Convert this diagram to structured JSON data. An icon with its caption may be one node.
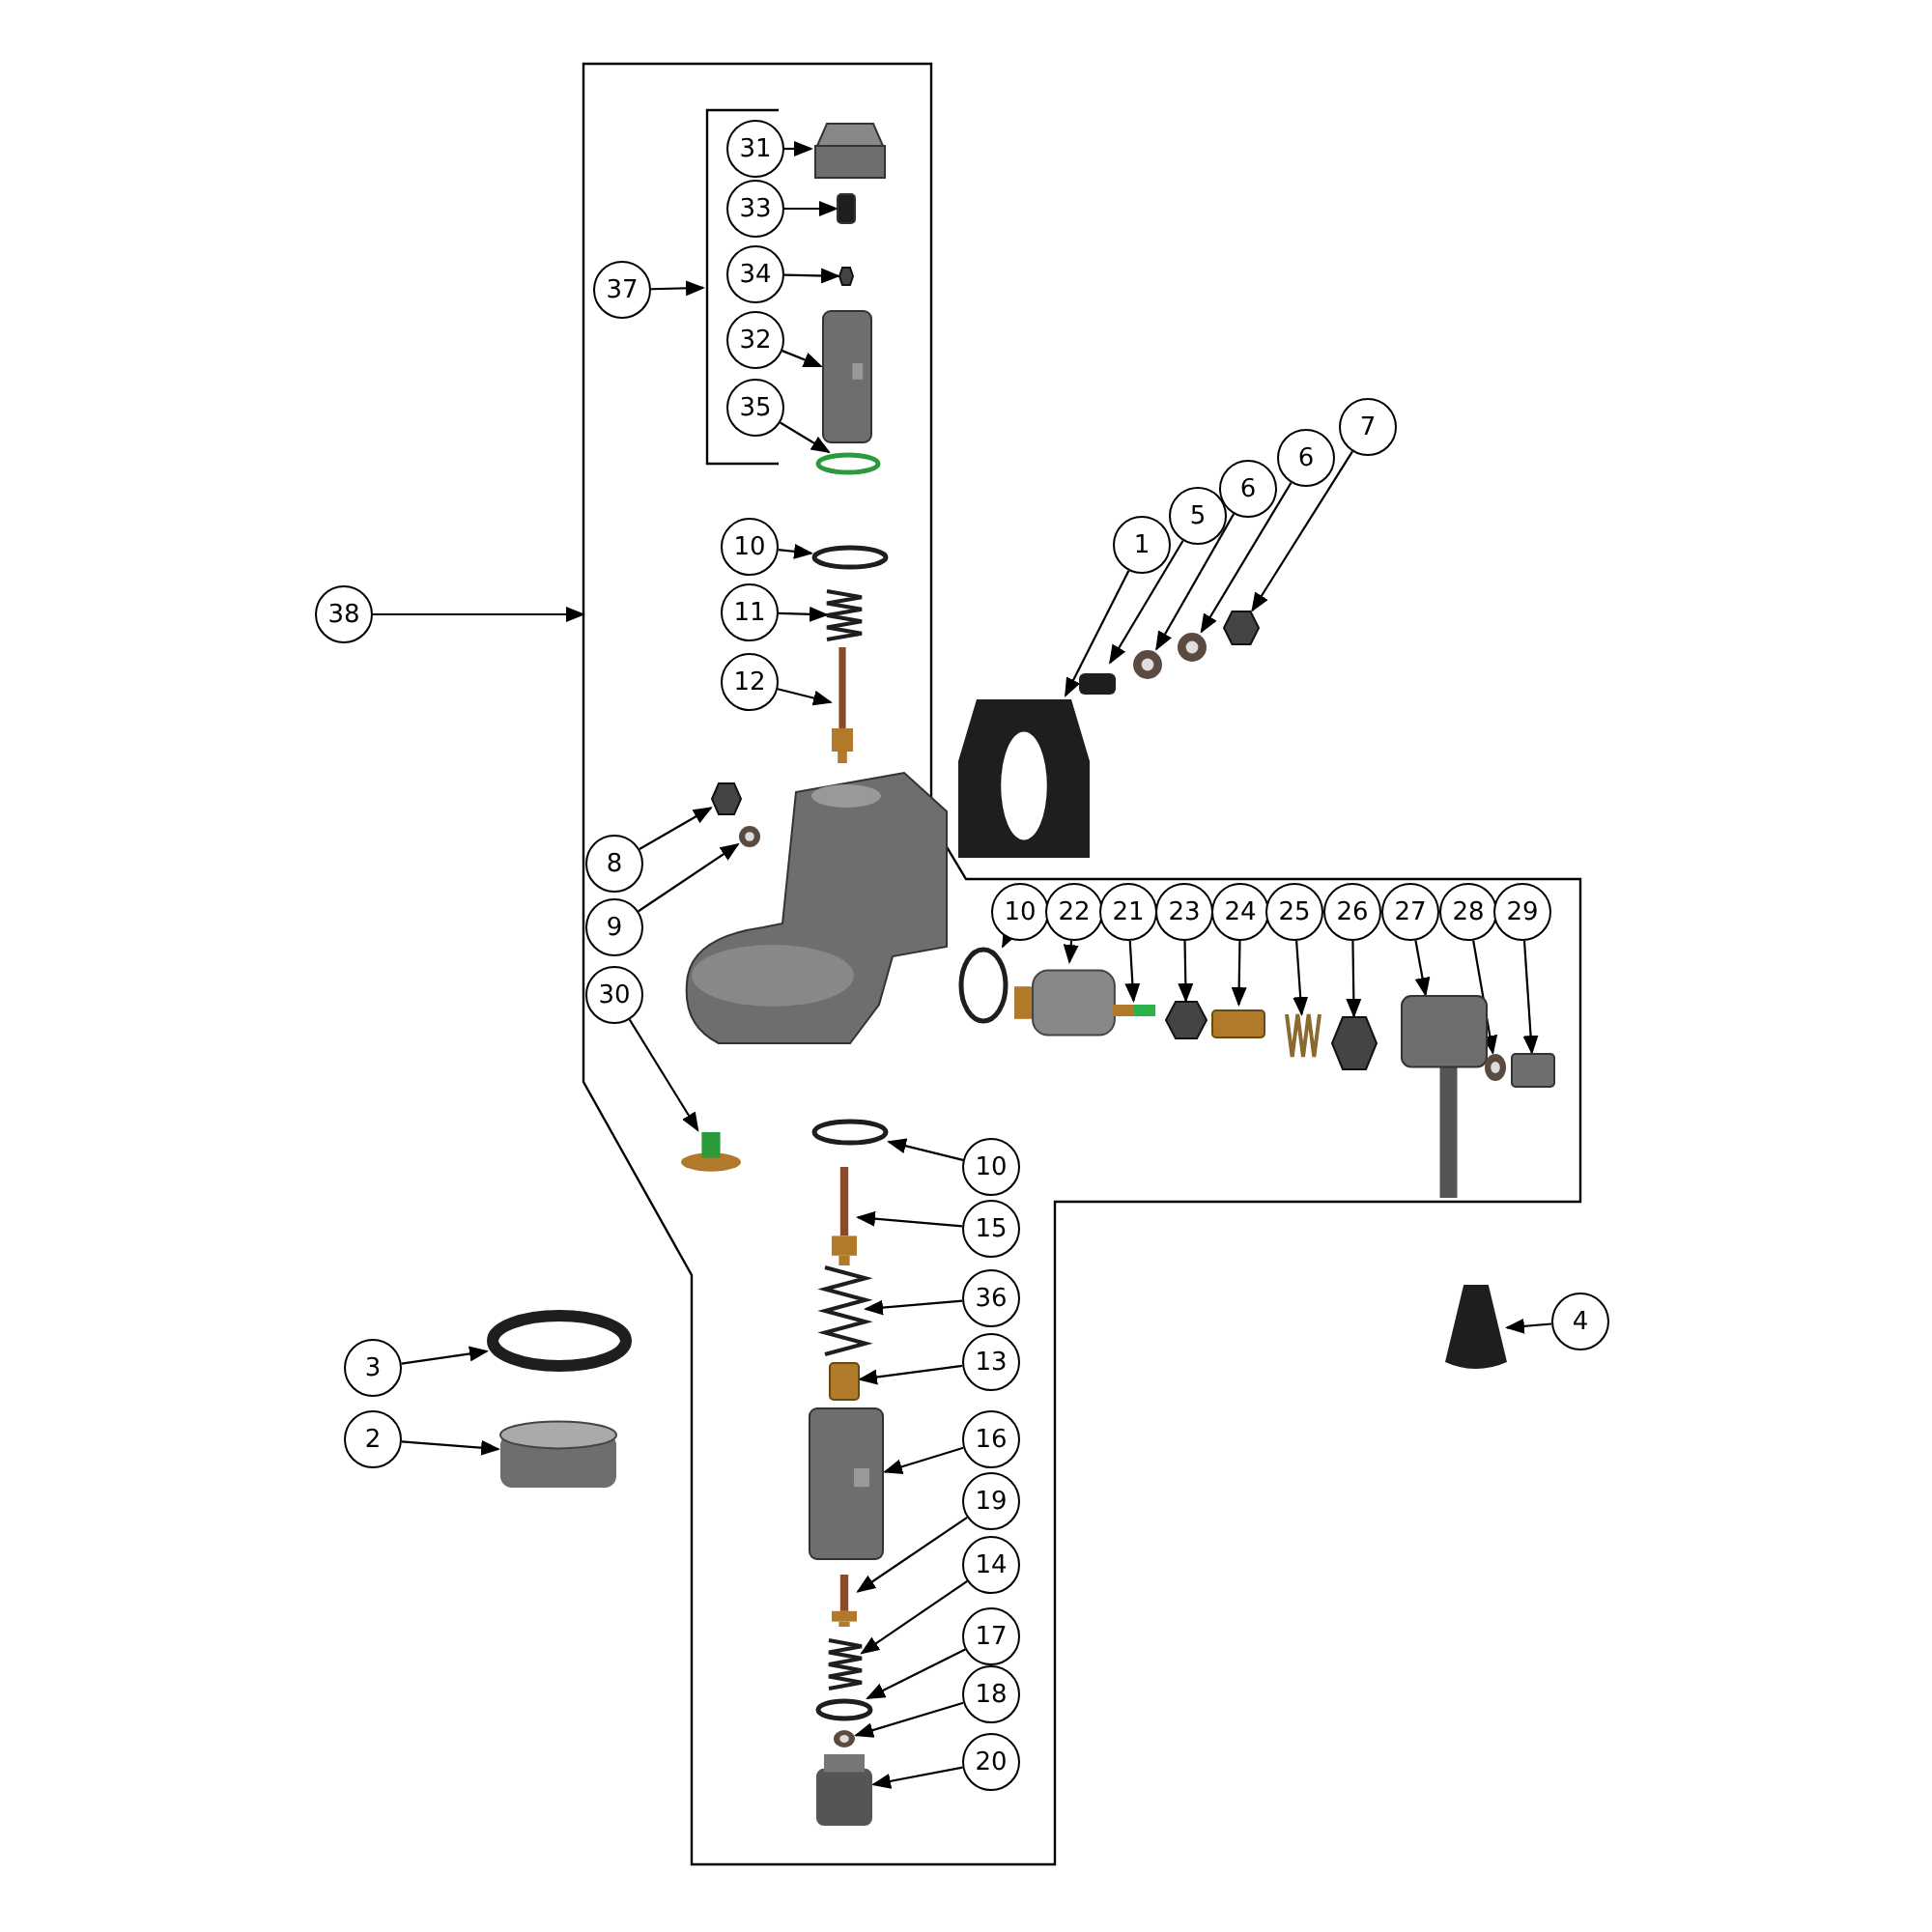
{
  "diagram": {
    "nodes": [
      {
        "text": [],
        "shape": "box"
      },
      {
        "text": [
          "31"
        ],
        "in": 0
      },
      {
        "text": [],
        "shape": "box",
        "in": 0
      },
      {
        "text": [
          "33"
        ],
        "in": 0
      },
      {
        "text": [],
        "shape": "box",
        "in": 0
      },
      {
        "text": [
          "34"
        ],
        "in": 0
      },
      {
        "text": [],
        "shape": "box",
        "in": 0
      },
      {
        "text": [
          "37"
        ],
        "in": 0
      },
      {
        "text": [
          "32"
        ],
        "in": 0
      },
      {
        "text": [],
        "shape": "picture",
        "in": 0
      },
      {
        "text": [
          "35"
        ],
        "in": 0
      },
      {
        "text": [],
        "shape": "circle",
        "in": 0
      },
      {
        "text": [
          "1"
        ]
      },
      {
        "text": [],
        "shape": "picture"
      },
      {
        "text": [
          "5"
        ]
      },
      {
        "text": [],
        "shape": "box"
      },
      {
        "text": [
          "6"
        ]
      },
      {
        "text": [],
        "shape": "picture"
      },
      {
        "text": [
          "6"
        ]
      },
      {
        "text": [],
        "shape": "picture"
      },
      {
        "text": [
          "7"
        ]
      },
      {
        "text": [],
        "shape": "box"
      },
      {
        "text": [
          "10"
        ],
        "in": 0
      },
      {
        "text": [],
        "shape": "circle",
        "in": 0
      },
      {
        "text": [
          "11"
        ],
        "in": 0
      },
      {
        "text": [],
        "shape": "picture",
        "in": 0
      },
      {
        "text": [
          "38"
        ]
      },
      {
        "text": [
          "12"
        ],
        "in": 0
      },
      {
        "text": [],
        "shape": "picture",
        "in": 0
      },
      {
        "text": [
          "8"
        ],
        "in": 0
      },
      {
        "text": [],
        "shape": "box",
        "in": 0
      },
      {
        "text": [
          "9"
        ],
        "in": 0
      },
      {
        "text": [],
        "shape": "picture",
        "in": 0
      },
      {
        "text": [
          "10"
        ],
        "in": 0
      },
      {
        "text": [],
        "shape": "circle",
        "in": 0
      },
      {
        "text": [
          "22"
        ],
        "in": 0
      },
      {
        "text": [],
        "shape": "box",
        "in": 0
      },
      {
        "text": [
          "21"
        ],
        "in": 0
      },
      {
        "text": [],
        "shape": "picture",
        "in": 0
      },
      {
        "text": [
          "23"
        ],
        "in": 0
      },
      {
        "text": [],
        "shape": "picture",
        "in": 0
      },
      {
        "text": [
          "24"
        ],
        "in": 0
      },
      {
        "text": [],
        "shape": "box",
        "in": 0
      },
      {
        "text": [
          "25"
        ],
        "in": 0
      },
      {
        "text": [],
        "shape": "picture",
        "in": 0
      },
      {
        "text": [
          "26"
        ],
        "in": 0
      },
      {
        "text": [],
        "shape": "picture",
        "in": 0
      },
      {
        "text": [
          "27"
        ],
        "in": 0
      },
      {
        "text": [],
        "shape": "picture",
        "in": 0
      },
      {
        "text": [
          "28"
        ],
        "in": 0
      },
      {
        "text": [],
        "shape": "picture",
        "in": 0
      },
      {
        "text": [
          "29"
        ],
        "in": 0
      },
      {
        "text": [],
        "shape": "box",
        "in": 0
      },
      {
        "text": [
          "30"
        ],
        "in": 0
      },
      {
        "text": [],
        "shape": "picture",
        "in": 0
      },
      {
        "text": [
          "10"
        ],
        "in": 0
      },
      {
        "text": [],
        "shape": "circle",
        "in": 0
      },
      {
        "text": [
          "15"
        ],
        "in": 0
      },
      {
        "text": [],
        "shape": "picture",
        "in": 0
      },
      {
        "text": [
          "36"
        ],
        "in": 0
      },
      {
        "text": [],
        "shape": "picture",
        "in": 0
      },
      {
        "text": [
          "13"
        ],
        "in": 0
      },
      {
        "text": [],
        "shape": "box",
        "in": 0
      },
      {
        "text": [
          "4"
        ]
      },
      {
        "text": [],
        "shape": "picture"
      },
      {
        "text": [
          "3"
        ]
      },
      {
        "text": [],
        "shape": "circle"
      },
      {
        "text": [
          "2"
        ]
      },
      {
        "text": [],
        "shape": "cylinder"
      },
      {
        "text": [
          "16"
        ],
        "in": 0
      },
      {
        "text": [],
        "shape": "picture",
        "in": 0
      },
      {
        "text": [
          "19"
        ],
        "in": 0
      },
      {
        "text": [],
        "shape": "picture",
        "in": 0
      },
      {
        "text": [
          "14"
        ],
        "in": 0
      },
      {
        "text": [],
        "shape": "picture",
        "in": 0
      },
      {
        "text": [
          "17"
        ],
        "in": 0
      },
      {
        "text": [],
        "shape": "circle",
        "in": 0
      },
      {
        "text": [
          "18"
        ],
        "in": 0
      },
      {
        "text": [],
        "shape": "picture",
        "in": 0
      },
      {
        "text": [
          "20"
        ],
        "in": 0
      },
      {
        "text": [],
        "shape": "box",
        "in": 0
      },
      {
        "text": [],
        "shape": "bracket",
        "in": 0
      }
    ],
    "edges": [
      {
        "from": 1,
        "to": 2,
        "arrow": "to"
      },
      {
        "from": 3,
        "to": 4,
        "arrow": "to"
      },
      {
        "from": 5,
        "to": 6,
        "arrow": "to"
      },
      {
        "from": 7,
        "to": 81,
        "arrow": "to"
      },
      {
        "from": 8,
        "to": 9,
        "arrow": "to"
      },
      {
        "from": 10,
        "to": 11,
        "arrow": "to"
      },
      {
        "from": 12,
        "to": 13,
        "arrow": "to"
      },
      {
        "from": 14,
        "to": 15,
        "arrow": "to"
      },
      {
        "from": 16,
        "to": 17,
        "arrow": "to"
      },
      {
        "from": 18,
        "to": 19,
        "arrow": "to"
      },
      {
        "from": 20,
        "to": 21,
        "arrow": "to"
      },
      {
        "from": 22,
        "to": 23,
        "arrow": "to"
      },
      {
        "from": 24,
        "to": 25,
        "arrow": "to"
      },
      {
        "from": 26,
        "to": 0,
        "arrow": "to"
      },
      {
        "from": 27,
        "to": 28,
        "arrow": "to"
      },
      {
        "from": 29,
        "to": 30,
        "arrow": "to"
      },
      {
        "from": 31,
        "to": 32,
        "arrow": "to"
      },
      {
        "from": 33,
        "to": 34,
        "arrow": "to"
      },
      {
        "from": 35,
        "to": 36,
        "arrow": "to"
      },
      {
        "from": 37,
        "to": 38,
        "arrow": "to"
      },
      {
        "from": 39,
        "to": 40,
        "arrow": "to"
      },
      {
        "from": 41,
        "to": 42,
        "arrow": "to"
      },
      {
        "from": 43,
        "to": 44,
        "arrow": "to"
      },
      {
        "from": 45,
        "to": 46,
        "arrow": "to"
      },
      {
        "from": 47,
        "to": 48,
        "arrow": "to"
      },
      {
        "from": 49,
        "to": 50,
        "arrow": "to"
      },
      {
        "from": 51,
        "to": 52,
        "arrow": "to"
      },
      {
        "from": 53,
        "to": 54,
        "arrow": "to"
      },
      {
        "from": 55,
        "to": 56,
        "arrow": "to"
      },
      {
        "from": 57,
        "to": 58,
        "arrow": "to"
      },
      {
        "from": 59,
        "to": 60,
        "arrow": "to"
      },
      {
        "from": 61,
        "to": 62,
        "arrow": "to"
      },
      {
        "from": 63,
        "to": 64,
        "arrow": "to"
      },
      {
        "from": 65,
        "to": 66,
        "arrow": "to"
      },
      {
        "from": 67,
        "to": 68,
        "arrow": "to"
      },
      {
        "from": 69,
        "to": 70,
        "arrow": "to"
      },
      {
        "from": 71,
        "to": 72,
        "arrow": "to"
      },
      {
        "from": 73,
        "to": 74,
        "arrow": "to"
      },
      {
        "from": 75,
        "to": 76,
        "arrow": "to"
      },
      {
        "from": 77,
        "to": 78,
        "arrow": "to"
      },
      {
        "from": 79,
        "to": 80,
        "arrow": "to"
      }
    ]
  }
}
